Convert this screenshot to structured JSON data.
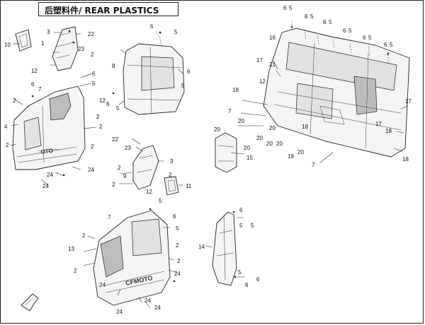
{
  "title": "后塑料件/ REAR PLASTICS",
  "labels": [
    "1",
    "2",
    "3",
    "4",
    "5",
    "6",
    "7",
    "8",
    "9",
    "10",
    "11",
    "12",
    "13",
    "14",
    "15",
    "16",
    "17",
    "18",
    "19",
    "20",
    "21",
    "22",
    "23",
    "24"
  ],
  "logo_text": "CFMOTO",
  "logo_text_short": "OTO"
}
